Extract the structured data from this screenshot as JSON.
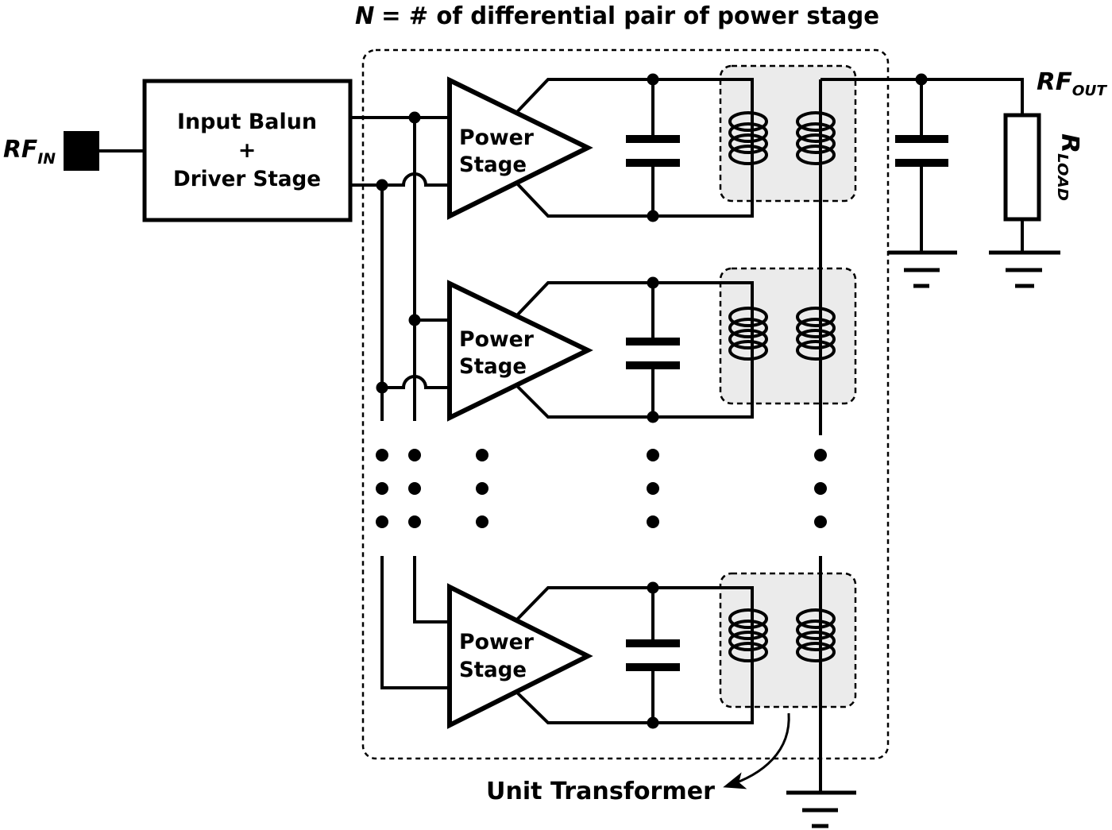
{
  "title": {
    "variable": "N",
    "text": "= # of differential pair of power stage"
  },
  "rf_in": {
    "main": "RF",
    "sub": "IN"
  },
  "rf_out": {
    "main": "RF",
    "sub": "OUT"
  },
  "r_load": {
    "main": "R",
    "sub": "LOAD"
  },
  "input_block": {
    "line1": "Input Balun",
    "line2": "+",
    "line3": "Driver Stage"
  },
  "power_stages": [
    {
      "line1": "Power",
      "line2": "Stage"
    },
    {
      "line1": "Power",
      "line2": "Stage"
    },
    {
      "line1": "Power",
      "line2": "Stage"
    }
  ],
  "callout": {
    "label": "Unit Transformer"
  }
}
